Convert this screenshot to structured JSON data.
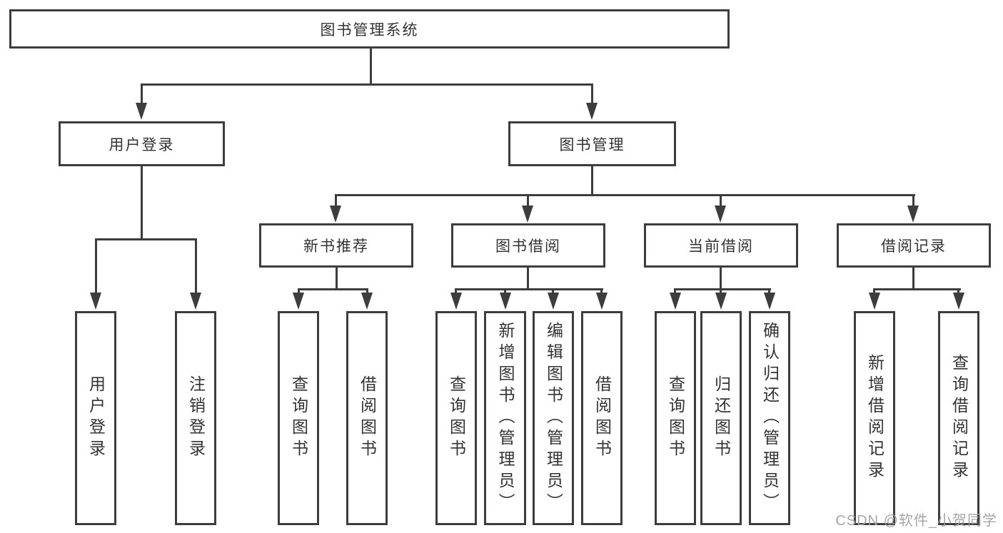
{
  "title": "图书管理系统",
  "level2": {
    "login": "用户登录",
    "manage": "图书管理"
  },
  "level3": {
    "newbook": "新书推荐",
    "borrow": "图书借阅",
    "current": "当前借阅",
    "records": "借阅记录"
  },
  "leaves": {
    "login": [
      "用户登录",
      "注销登录"
    ],
    "newbook": [
      "查询图书",
      "借阅图书"
    ],
    "borrow": [
      "查询图书",
      "新增图书（管理员）",
      "编辑图书（管理员）",
      "借阅图书"
    ],
    "current": [
      "查询图书",
      "归还图书",
      "确认归还（管理员）"
    ],
    "records": [
      "新增借阅记录",
      "查询借阅记录"
    ]
  },
  "watermark": "CSDN @软件_小贺同学",
  "colors": {
    "line": "#3d3d3d",
    "text": "#333333",
    "watermark": "#9e9e9e"
  }
}
